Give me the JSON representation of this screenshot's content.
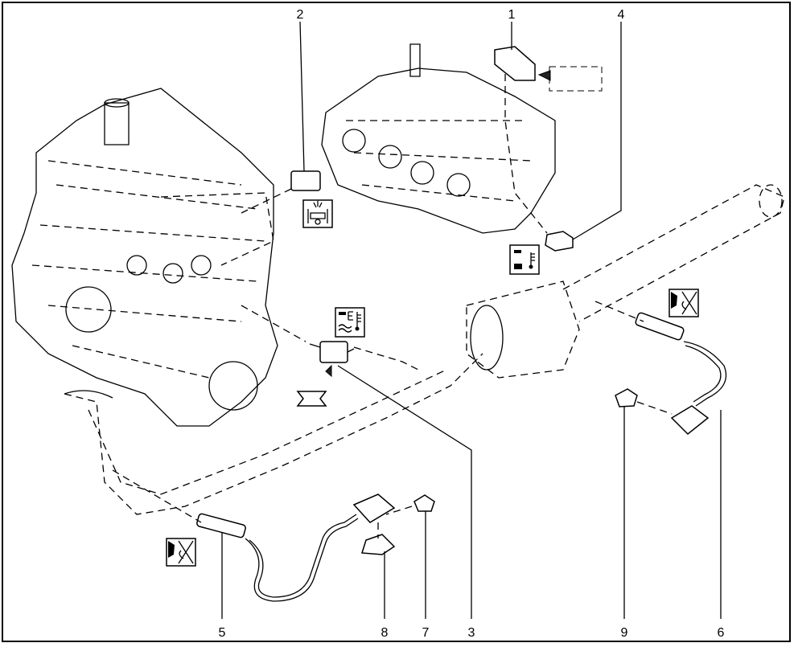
{
  "diagram": {
    "type": "exploded-parts-view",
    "callouts": [
      {
        "id": "1",
        "label": "1"
      },
      {
        "id": "2",
        "label": "2"
      },
      {
        "id": "3",
        "label": "3"
      },
      {
        "id": "4",
        "label": "4"
      },
      {
        "id": "5",
        "label": "5"
      },
      {
        "id": "6",
        "label": "6"
      },
      {
        "id": "7",
        "label": "7"
      },
      {
        "id": "8",
        "label": "8"
      },
      {
        "id": "9",
        "label": "9"
      }
    ],
    "colors": {
      "line": "#000000",
      "background": "#ffffff"
    }
  }
}
